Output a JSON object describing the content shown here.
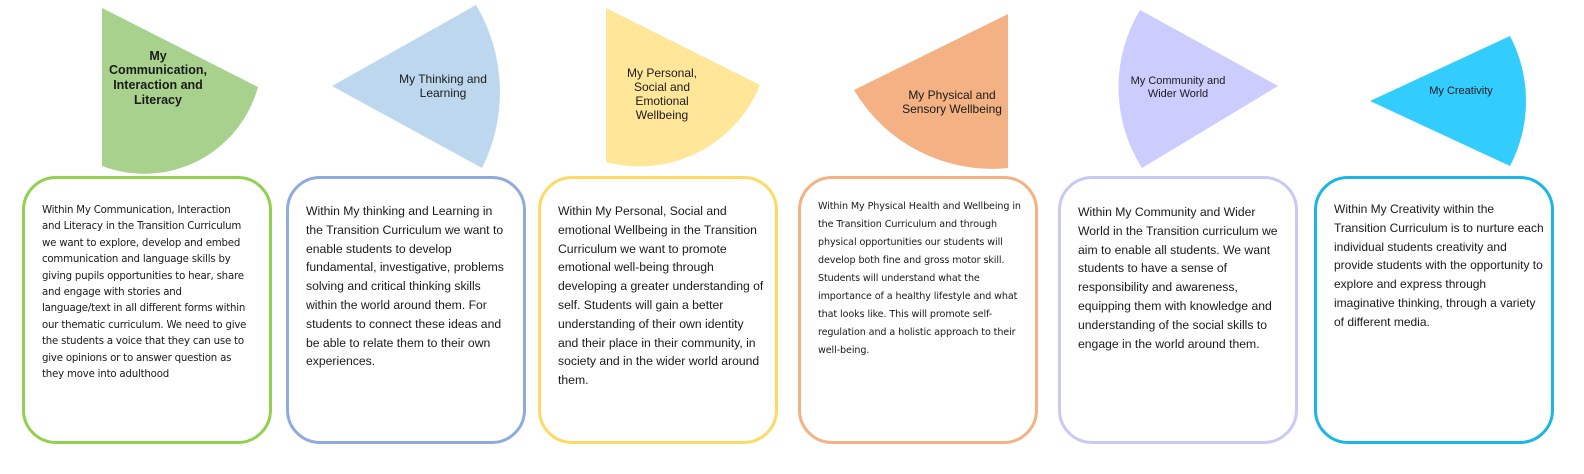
{
  "areas": [
    {
      "title": "My Communication, Interaction and Literacy",
      "color": "#a9d18e",
      "border_color": "#92d050",
      "description": "Within My Communication,  Interaction and Literacy in the Transition Curriculum we want to explore, develop and embed communication  and language skills by giving pupils opportunities  to hear, share and engage with stories and language/text in all different  forms within our thematic curriculum.  We need to give the students  a voice that they can use to give opinions  or to answer question  as they move into adulthood"
    },
    {
      "title": "My Thinking and Learning",
      "color": "#bdd7ee",
      "border_color": "#8faadc",
      "description": "Within My thinking and Learning in the Transition Curriculum we want to enable students to develop fundamental, investigative, problems solving and critical thinking skills within the world around them.  For students to connect these ideas and be able to relate them to their own experiences."
    },
    {
      "title": "My Personal, Social and Emotional Wellbeing",
      "color": "#ffe699",
      "border_color": "#ffd966",
      "description": "Within My Personal, Social and emotional Wellbeing in the Transition Curriculum  we want to promote emotional well-being through developing a greater understanding of self.  Students will gain a better understanding of their own identity and their place in their community, in society and in the wider world around them."
    },
    {
      "title": "My Physical and Sensory Wellbeing",
      "color": "#f4b183",
      "border_color": "#f4b183",
      "description": "Within My Physical Health and Wellbeing in the Transition Curriculum and through physical opportunities  our students  will develop both fine and gross motor skill.  Students will understand  what the importance  of a healthy lifestyle and what that looks like.  This will promote  self-regulation and a holistic  approach  to their well-being."
    },
    {
      "title": "My Community and Wider World",
      "color": "#ccccff",
      "border_color": "#c9c9f5",
      "description": "Within My Community and Wider World in the Transition curriculum we aim to enable all students. We want students to have a sense of responsibility and awareness, equipping them with knowledge and understanding of the social skills to engage in the world around them."
    },
    {
      "title": "My Creativity",
      "color": "#33ccff",
      "border_color": "#1cb5e8",
      "description": "Within My Creativity within the Transition Curriculum is to nurture each individual students creativity and provide students with the opportunity to explore and express through imaginative thinking, through a variety of different media."
    }
  ]
}
